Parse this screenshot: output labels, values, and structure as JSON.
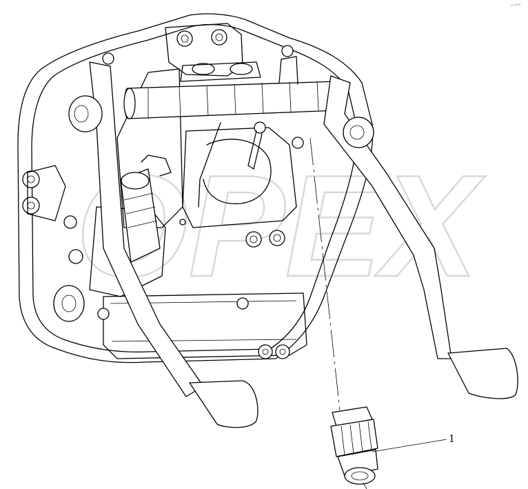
{
  "diagram": {
    "callouts": [
      {
        "label": "1",
        "part": "clutch-switch-connector"
      }
    ],
    "watermark_text": "OPEX",
    "corner_code": "ᵖ ¹⁰⁰⁰"
  }
}
